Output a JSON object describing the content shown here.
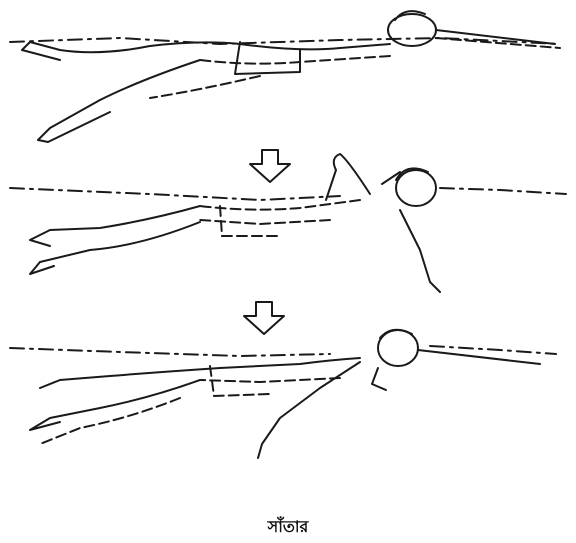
{
  "figure": {
    "caption": "সাঁতার",
    "panels": [
      {
        "step": 1,
        "pose": "glide-arms-extended"
      },
      {
        "step": 2,
        "pose": "arm-recovery-breath"
      },
      {
        "step": 3,
        "pose": "arm-entry-pull"
      }
    ],
    "arrows": [
      {
        "from_step": 1,
        "to_step": 2,
        "direction": "down"
      },
      {
        "from_step": 2,
        "to_step": 3,
        "direction": "down"
      }
    ]
  }
}
